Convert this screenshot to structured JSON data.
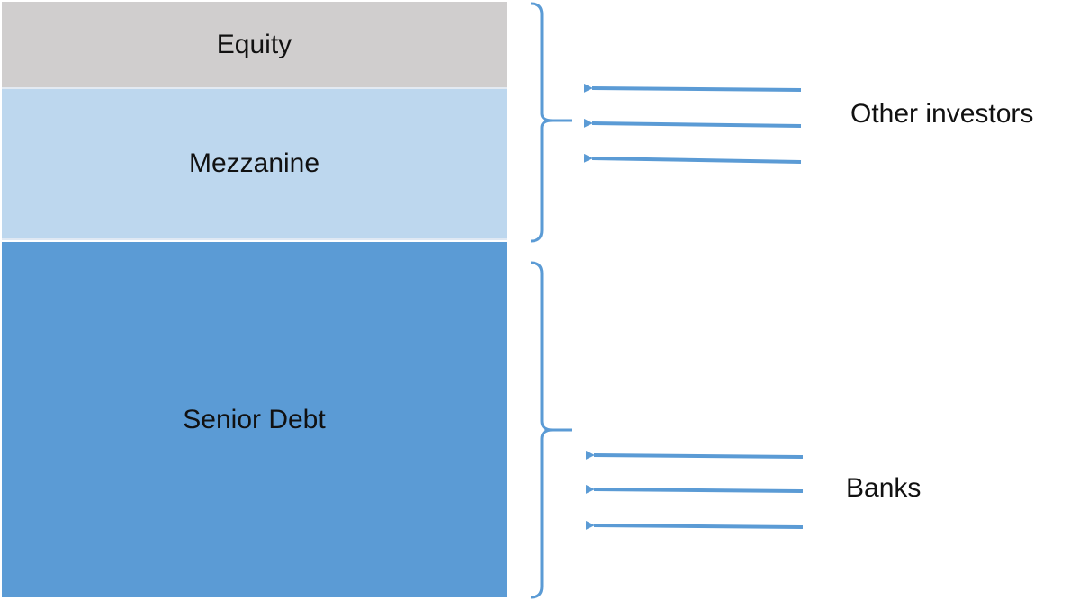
{
  "layers": [
    {
      "id": "equity",
      "label": "Equity",
      "color": "#d0cece"
    },
    {
      "id": "mezzanine",
      "label": "Mezzanine",
      "color": "#bdd7ee"
    },
    {
      "id": "senior",
      "label": "Senior Debt",
      "color": "#5b9bd5"
    }
  ],
  "investors": {
    "other": {
      "label": "Other investors"
    },
    "banks": {
      "label": "Banks"
    }
  },
  "colors": {
    "bracket": "#5b9bd5",
    "arrow": "#5b9bd5"
  }
}
